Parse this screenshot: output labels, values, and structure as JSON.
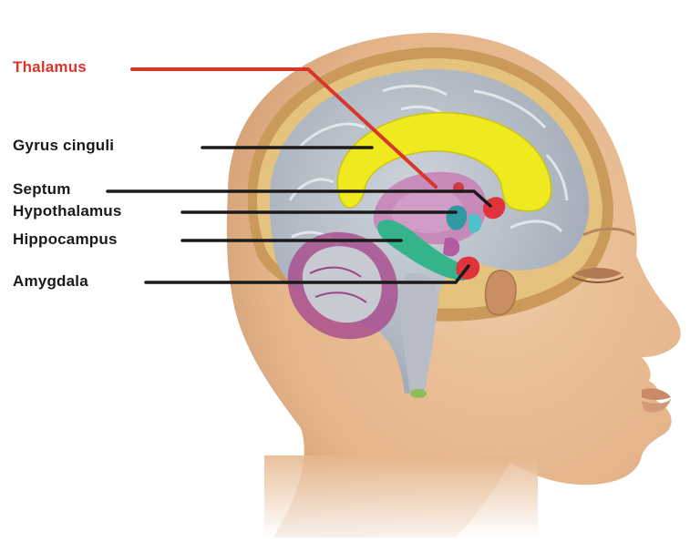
{
  "labels": {
    "thalamus": "Thalamus",
    "gyrus_cinguli": "Gyrus cinguli",
    "septum": "Septum",
    "hypothalamus": "Hypothalamus",
    "hippocampus": "Hippocampus",
    "amygdala": "Amygdala"
  },
  "colors": {
    "skin": "#e9bf97",
    "skin_shadow": "#d49e76",
    "skull": "#c99a5a",
    "brain": "#b9c1cb",
    "cingulate": "#eeea1f",
    "limbic_purple": "#b35aa0",
    "hippocampus": "#35b48c",
    "hypothalamus": "#2f9aa4",
    "pointer_red": "#d9352b",
    "pointer_black": "#1a1a1a"
  }
}
